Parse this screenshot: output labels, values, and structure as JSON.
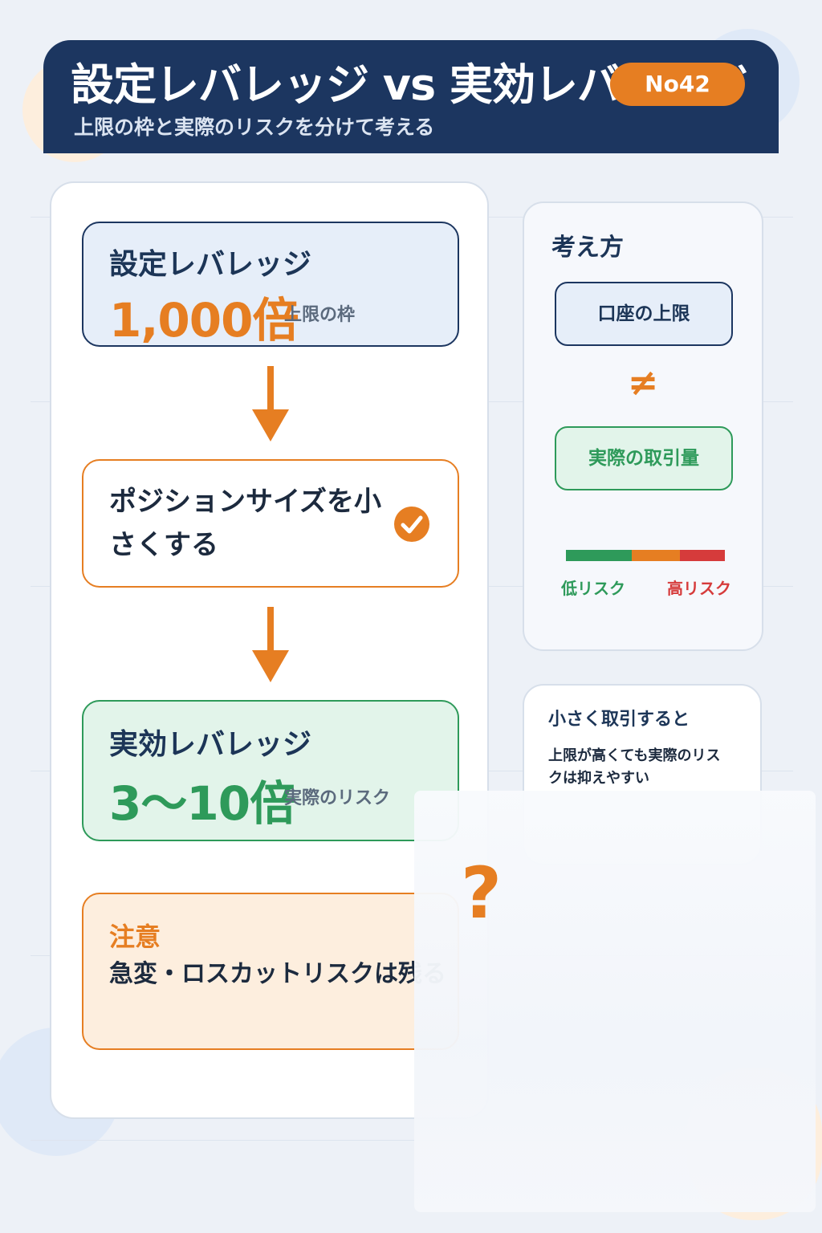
{
  "header": {
    "title": "設定レバレッジ vs 実効レバレッジ",
    "subtitle": "上限の枠と実際のリスクを分けて考える",
    "badge": "No42"
  },
  "flow": {
    "setting": {
      "label": "設定レバレッジ",
      "value": "1,000倍",
      "note": "上限の枠"
    },
    "position": {
      "text": "ポジションサイズを小さくする"
    },
    "effective": {
      "label": "実効レバレッジ",
      "value": "3〜10倍",
      "note": "実際のリスク"
    },
    "caution": {
      "title": "注意",
      "text": "急変・ロスカットリスクは残る"
    }
  },
  "think": {
    "title": "考え方",
    "limit_label": "口座の上限",
    "neq_symbol": "≠",
    "trade_label": "実際の取引量",
    "risk_low": "低リスク",
    "risk_high": "高リスク"
  },
  "summary": {
    "title": "小さく取引すると",
    "text": "上限が高くても実際のリスクは抑えやすい"
  },
  "decor": {
    "question_mark": "?"
  },
  "colors": {
    "navy": "#1c3660",
    "orange": "#e67e22",
    "green": "#2e9a5a",
    "red": "#d63b3b"
  }
}
